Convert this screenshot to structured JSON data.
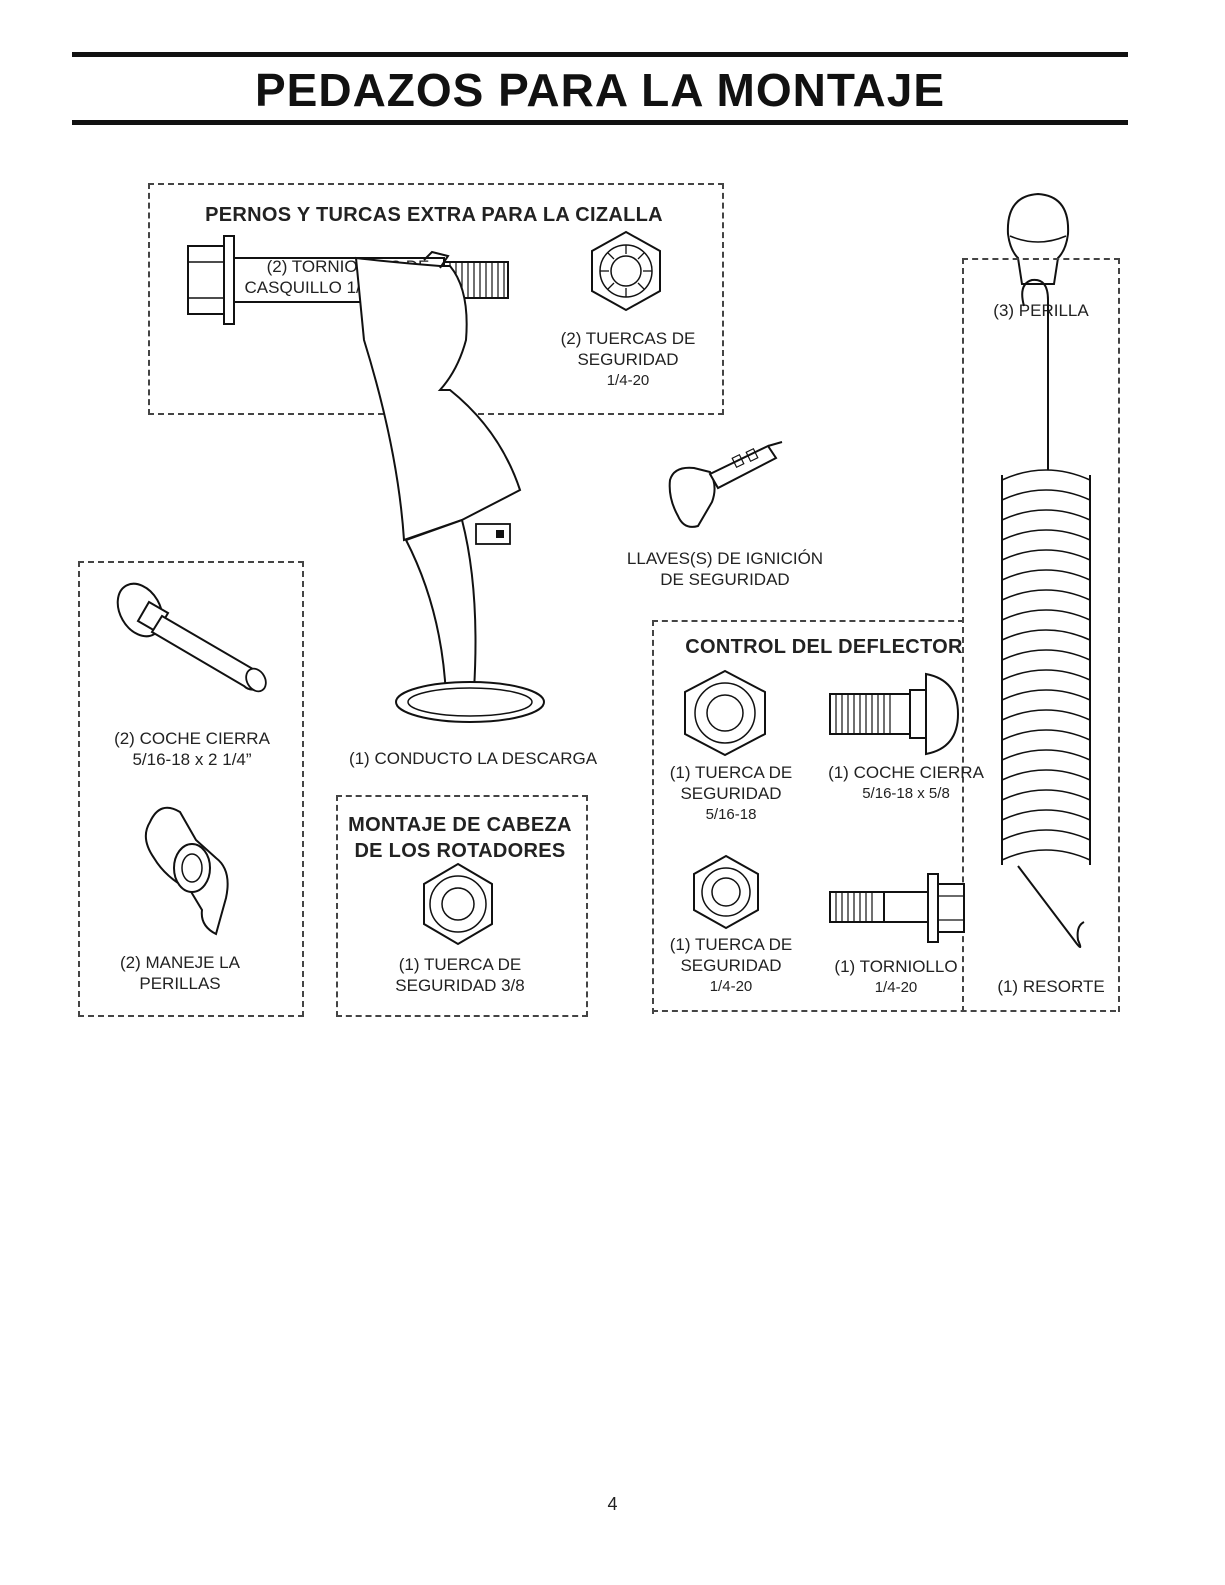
{
  "title": "PEDAZOS PARA LA MONTAJE",
  "page_number": "4",
  "sections": {
    "shear": {
      "heading": "PERNOS Y TURCAS EXTRA PARA LA CIZALLA",
      "bolt": {
        "line1": "(2) TORNIOLLOS DE",
        "line2": "CASQUILLO 1/4-20 x 1-3/4"
      },
      "nut": {
        "line1": "(2) TUERCAS DE",
        "line2": "SEGURIDAD",
        "line3": "1/4-20"
      }
    },
    "knob": {
      "label": "(3) PERILLA"
    },
    "carriage_bolt": {
      "line1": "(2) COCHE CIERRA",
      "line2": "5/16-18 x 2 1/4”"
    },
    "handle_knobs": {
      "line1": "(2) MANEJE LA",
      "line2": "PERILLAS"
    },
    "chute": {
      "label": "(1) CONDUCTO LA DESCARGA"
    },
    "rotator": {
      "heading1": "MONTAJE DE CABEZA",
      "heading2": "DE LOS ROTADORES",
      "nut": {
        "line1": "(1)  TUERCA DE",
        "line2": "SEGURIDAD 3/8"
      }
    },
    "ignition": {
      "line1": "LLAVES(S) DE IGNICIÓN",
      "line2": "DE SEGURIDAD"
    },
    "deflector": {
      "heading": "CONTROL DEL DEFLECTOR",
      "nut_a": {
        "line1": "(1) TUERCA DE",
        "line2": "SEGURIDAD",
        "line3": "5/16-18"
      },
      "bolt_a": {
        "line1": "(1) COCHE CIERRA",
        "line2": "5/16-18 x 5/8"
      },
      "nut_b": {
        "line1": "(1) TUERCA DE",
        "line2": "SEGURIDAD",
        "line3": "1/4-20"
      },
      "bolt_b": {
        "line1": "(1) TORNIOLLO",
        "line2": "1/4-20"
      }
    },
    "spring": {
      "label": "(1) RESORTE"
    }
  },
  "icons": [
    "hex-bolt-icon",
    "lock-nut-icon",
    "knob-icon",
    "carriage-bolt-icon",
    "wing-handle-icon",
    "chute-icon",
    "ignition-key-icon",
    "spring-icon"
  ]
}
